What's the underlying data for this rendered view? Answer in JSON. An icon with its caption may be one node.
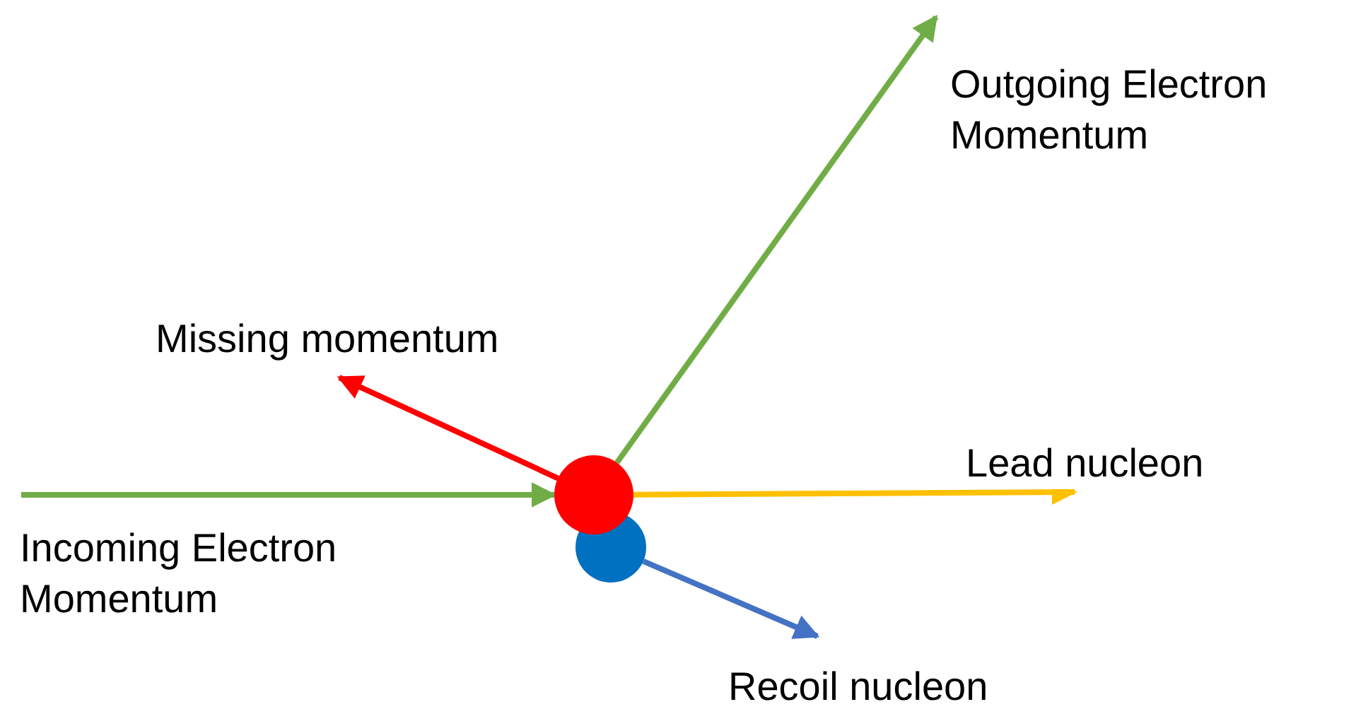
{
  "diagram": {
    "nodes": [
      {
        "text": [],
        "shape": "circle"
      },
      {
        "text": [],
        "shape": "circle"
      }
    ],
    "edges": [
      {
        "from": null,
        "to": 0,
        "arrow": "to",
        "label": "Incoming Electron Momentum"
      },
      {
        "from": 0,
        "to": null,
        "arrow": "to",
        "label": "Outgoing Electron Momentum"
      },
      {
        "from": 0,
        "to": null,
        "arrow": "to",
        "label": "Missing momentum",
        "color": "#ff0000"
      },
      {
        "from": 0,
        "to": null,
        "arrow": "to",
        "label": "Lead nucleon",
        "color": "#ffc000"
      },
      {
        "from": 1,
        "to": null,
        "arrow": "to",
        "label": "Recoil nucleon",
        "color": "#4472c4"
      }
    ]
  }
}
